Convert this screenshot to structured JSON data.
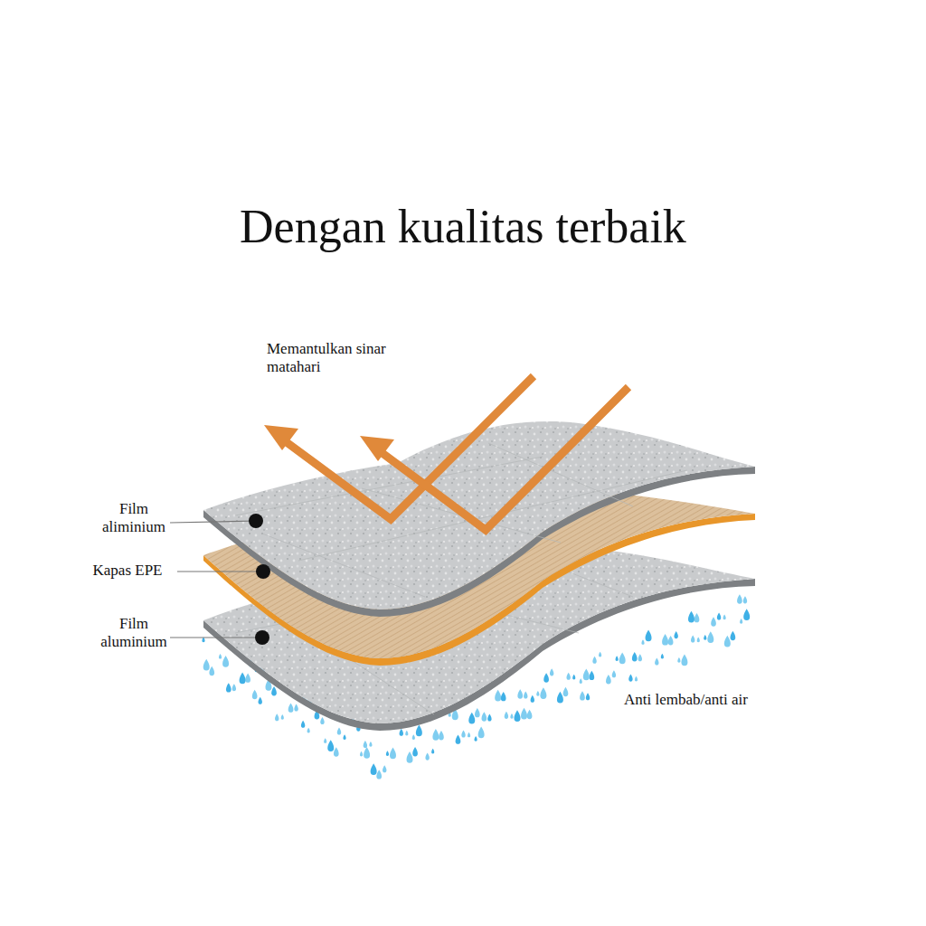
{
  "diagram": {
    "title": "Dengan kualitas terbaik",
    "labels": [
      "Memantulkan sinar matahari",
      "Film aliminium",
      "Kapas EPE",
      "Film aluminium",
      "Anti lembab/anti air"
    ]
  }
}
